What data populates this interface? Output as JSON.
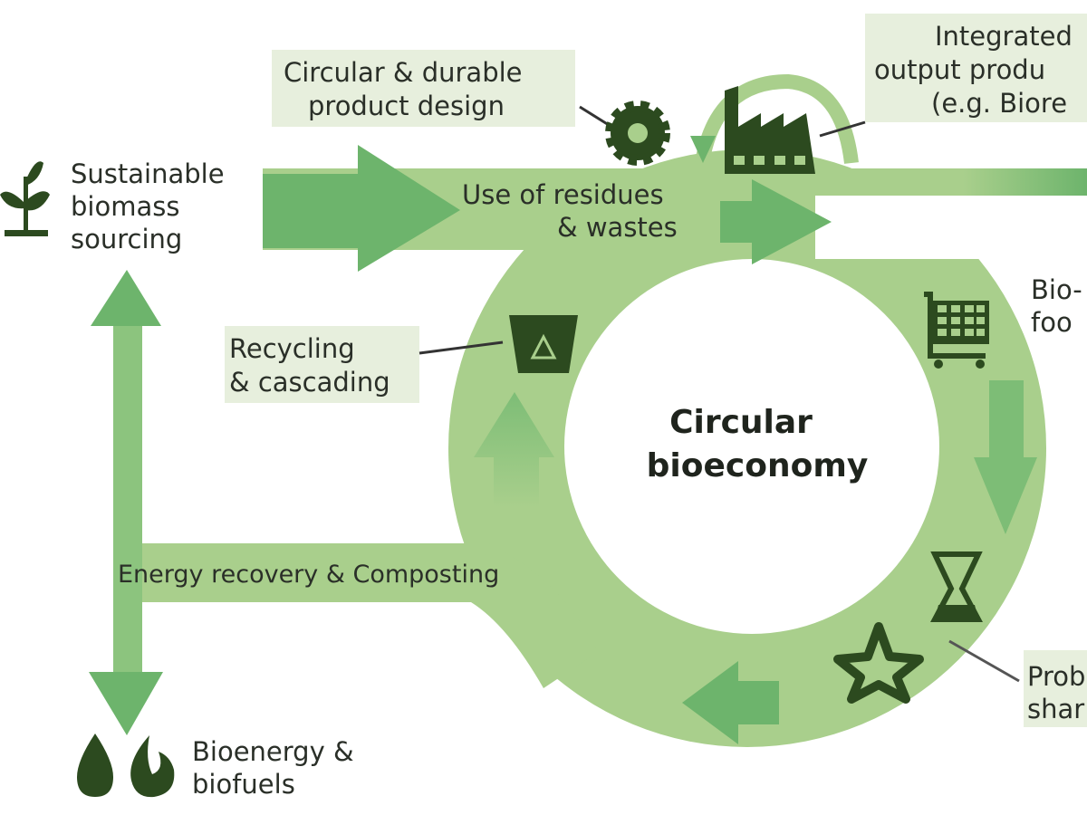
{
  "center": {
    "line1": "Circular",
    "line2": "bioeconomy"
  },
  "labels": {
    "sourcing": [
      "Sustainable",
      "biomass",
      "sourcing"
    ],
    "design": [
      "Circular & durable",
      "product design"
    ],
    "integrated": [
      "Integrated",
      "output produ",
      "(e.g. Biore"
    ],
    "residues": [
      "Use of residues",
      "& wastes"
    ],
    "bio_food": [
      "Bio-",
      "foo"
    ],
    "recycling": [
      "Recycling",
      "& cascading"
    ],
    "energy": "Energy recovery & Composting",
    "product_sharing": [
      "Prob",
      "shar"
    ],
    "bioenergy": [
      "Bioenergy &",
      "biofuels"
    ]
  },
  "icons": [
    "plant-icon",
    "gear-icon",
    "factory-icon",
    "recycle-bin-icon",
    "shopping-cart-icon",
    "hourglass-icon",
    "people-star-icon",
    "drop-icon",
    "flame-icon"
  ],
  "colors": {
    "ring": "#a9cf8c",
    "arrow": "#6db46c",
    "label_bg": "#e7efdd",
    "icon": "#2c4a1f"
  }
}
